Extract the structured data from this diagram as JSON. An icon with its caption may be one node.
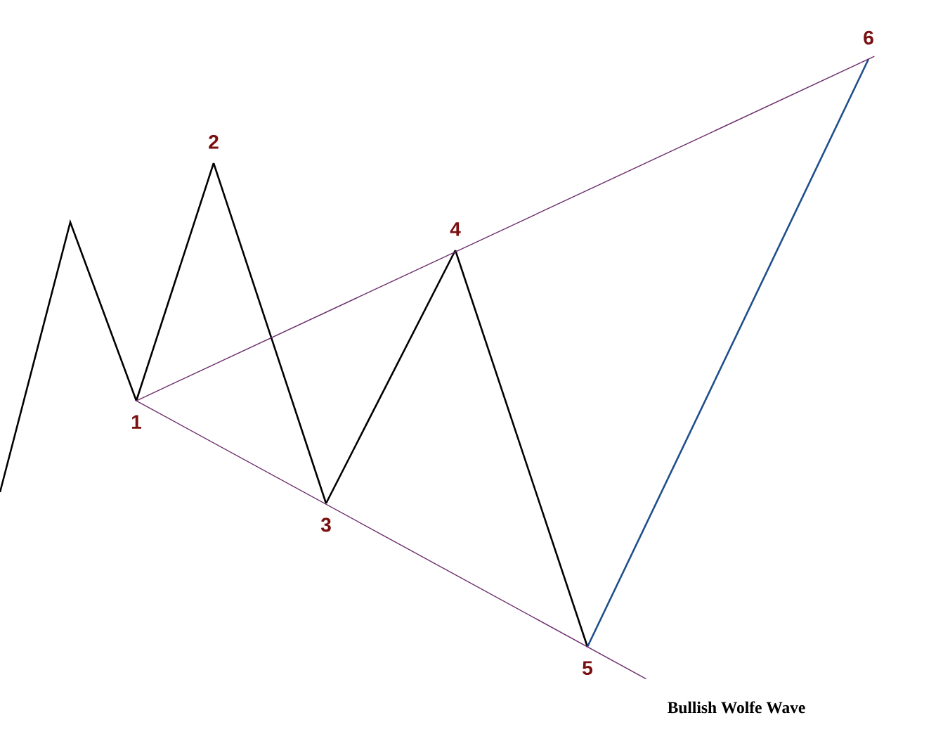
{
  "diagram": {
    "caption": "Bullish Wolfe Wave",
    "nodes": [
      {
        "text": [
          "1"
        ]
      },
      {
        "text": [
          "2"
        ]
      },
      {
        "text": [
          "3"
        ]
      },
      {
        "text": [
          "4"
        ]
      },
      {
        "text": [
          "5"
        ]
      },
      {
        "text": [
          "6"
        ]
      }
    ],
    "edges": [
      {
        "from": 0,
        "to": 1,
        "arrow": "none"
      },
      {
        "from": 1,
        "to": 2,
        "arrow": "none"
      },
      {
        "from": 2,
        "to": 3,
        "arrow": "none"
      },
      {
        "from": 3,
        "to": 4,
        "arrow": "none"
      },
      {
        "from": 4,
        "to": 5,
        "arrow": "none",
        "color": "#1f4e8c"
      },
      {
        "from": 0,
        "to": 5,
        "arrow": "none",
        "color": "#6b2d6b"
      },
      {
        "from": 0,
        "to": 4,
        "arrow": "none",
        "color": "#6b2d6b"
      }
    ]
  }
}
